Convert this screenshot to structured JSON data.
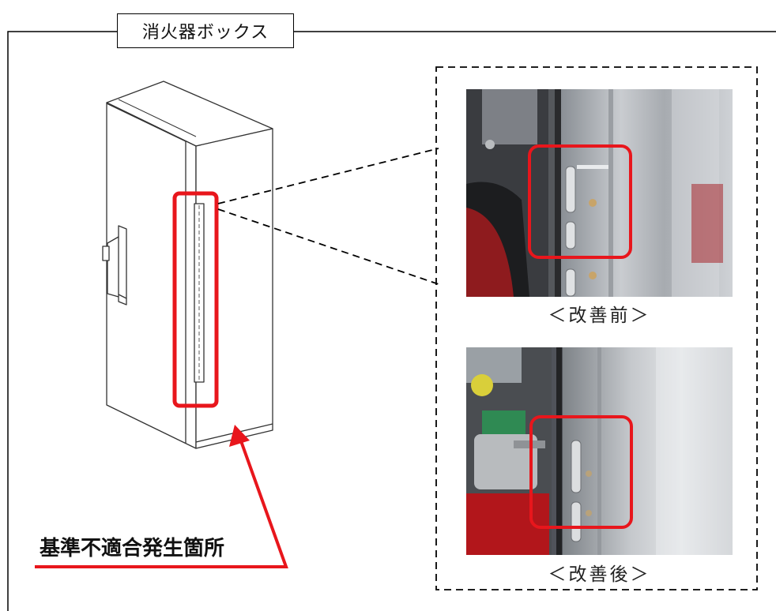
{
  "title": "消火器ボックス",
  "labels": {
    "before": "＜改善前＞",
    "after": "＜改善後＞",
    "location": "基準不適合発生箇所"
  },
  "colors": {
    "highlight": "#e8161c",
    "outline": "#000000",
    "background": "#ffffff"
  }
}
